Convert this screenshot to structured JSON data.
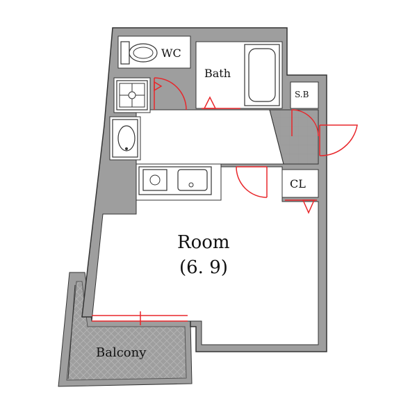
{
  "rooms": {
    "wc": "WC",
    "bath": "Bath",
    "storage": "S.B",
    "closet": "CL",
    "main_room": "Room",
    "main_room_size": "(6. 9)",
    "balcony": "Balcony"
  },
  "colors": {
    "wall": "#9e9e9e",
    "outline": "#333333",
    "door": "#e8262a",
    "tile": "#b5b5b5"
  }
}
